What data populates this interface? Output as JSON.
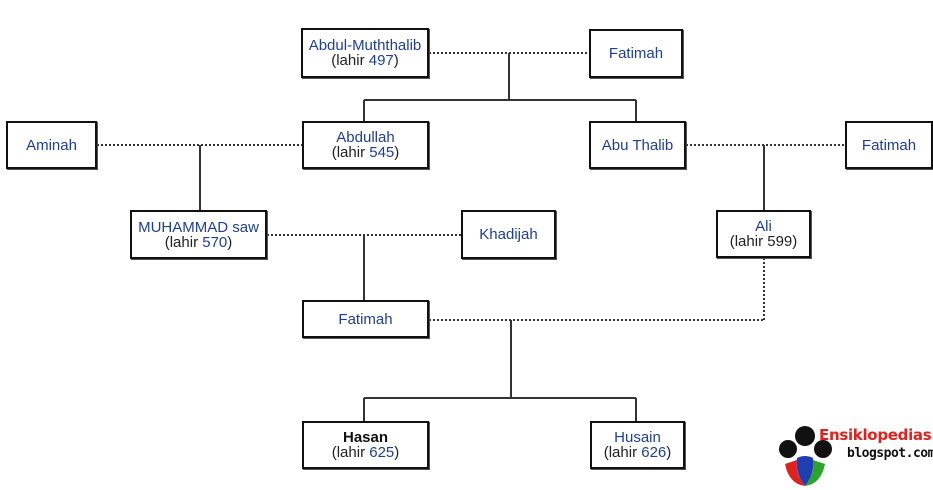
{
  "nodes": {
    "abdul_muthalib": {
      "name": "Abdul-Muththalib",
      "birth_prefix": "(lahir ",
      "birth_year": "497",
      "birth_suffix": ")"
    },
    "fatimah_top": {
      "name": "Fatimah"
    },
    "aminah": {
      "name": "Aminah"
    },
    "abdullah": {
      "name": "Abdullah",
      "birth_prefix": "(lahir ",
      "birth_year": "545",
      "birth_suffix": ")"
    },
    "abu_thalib": {
      "name": "Abu Thalib"
    },
    "fatimah_right": {
      "name": "Fatimah"
    },
    "muhammad": {
      "name": "MUHAMMAD saw",
      "birth_prefix": "(lahir ",
      "birth_year": "570",
      "birth_suffix": ")"
    },
    "khadijah": {
      "name": "Khadijah"
    },
    "ali": {
      "name": "Ali",
      "birth_prefix": "(lahir ",
      "birth_year": "599",
      "birth_suffix": ")"
    },
    "fatimah_child": {
      "name": "Fatimah"
    },
    "hasan": {
      "name": "Hasan",
      "birth_prefix": "(lahir ",
      "birth_year": "625",
      "birth_suffix": ")"
    },
    "husain": {
      "name": "Husain",
      "birth_prefix": "(lahir ",
      "birth_year": "626",
      "birth_suffix": ")"
    }
  },
  "watermark": {
    "line1": "Ensiklopedias",
    "line2": "blogspot.com"
  },
  "colors": {
    "name_blue": "#1f3f95",
    "border": "#111111",
    "logo_red": "#e0211c",
    "logo_green": "#2aa52a",
    "logo_blue": "#1f3fb0"
  }
}
